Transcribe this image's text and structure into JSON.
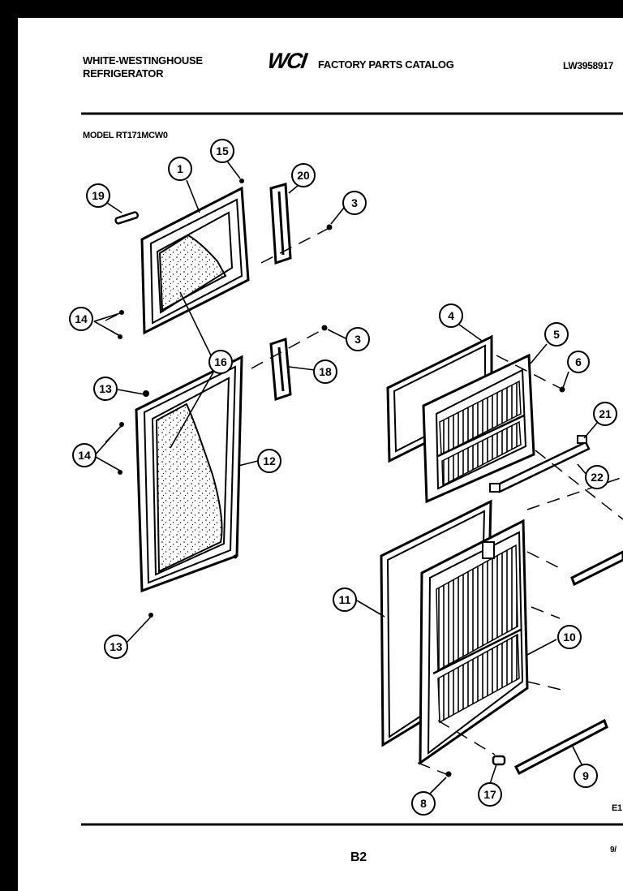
{
  "header": {
    "brand_line1": "WHITE-WESTINGHOUSE",
    "brand_line2": "REFRIGERATOR",
    "logo": "WCI",
    "catalog_title": "FACTORY PARTS CATALOG",
    "part_number": "LW3958917"
  },
  "model_label": "MODEL RT171MCW0",
  "page_label": "B2",
  "corner_code": "E1",
  "corner_date": "9/",
  "callouts": {
    "c1": "1",
    "c15": "15",
    "c19": "19",
    "c20": "20",
    "c3a": "3",
    "c14a": "14",
    "c16": "16",
    "c3b": "3",
    "c18": "18",
    "c13a": "13",
    "c14b": "14",
    "c12": "12",
    "c13b": "13",
    "c4": "4",
    "c5": "5",
    "c6": "6",
    "c21": "21",
    "c22": "22",
    "c11": "11",
    "c10": "10",
    "c9": "9",
    "c8": "8",
    "c17": "17"
  }
}
